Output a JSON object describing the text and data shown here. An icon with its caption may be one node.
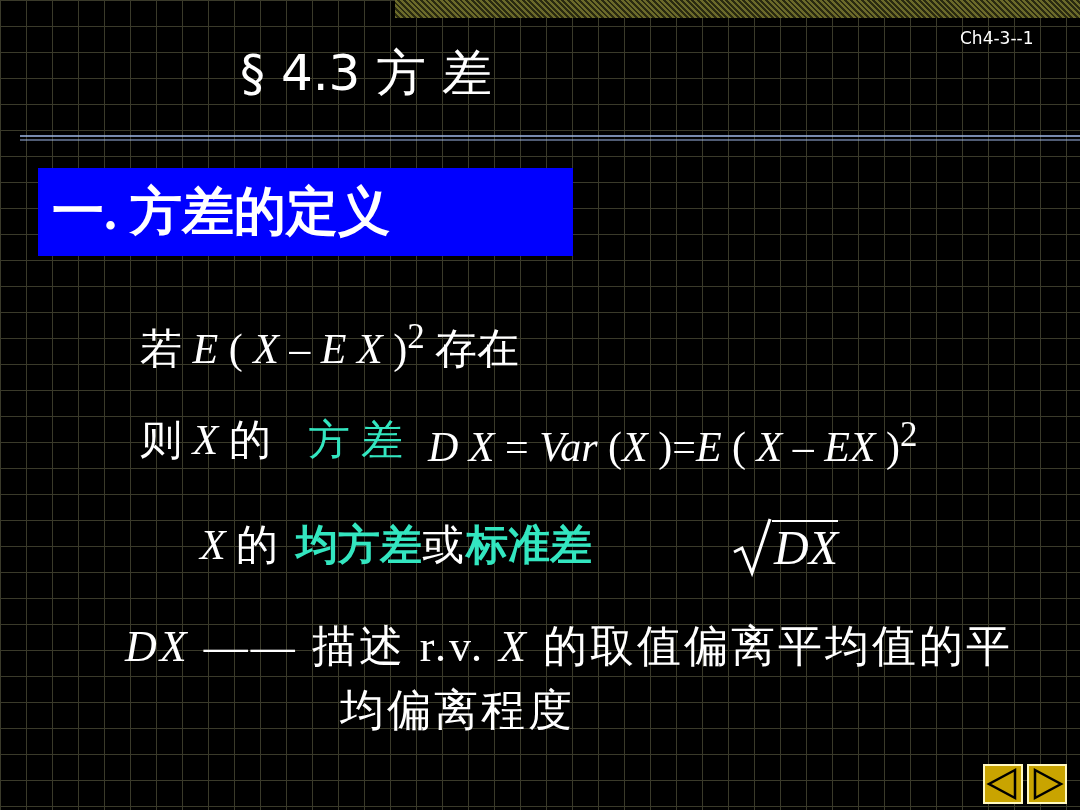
{
  "diagram": {
    "title": "§ 4.3 方 差",
    "nodes": [
      {
        "text": [
          "一. 方差的定义"
        ]
      }
    ],
    "labels": [
      "Ch4-3--1",
      "若 *E* ( *X* – *E X* )$^{2}$ 存在",
      "则 *X* 的",
      "方 差",
      "*D X* = *Var* (*X* )=*E* ( *X* – *EX* )$^{2}$",
      "*X* 的",
      "均方差",
      "或",
      "标准差",
      "*DX*",
      "*DX* —— 描述 r.v. *X* 的取值偏离平均值的平均偏离程度"
    ]
  }
}
